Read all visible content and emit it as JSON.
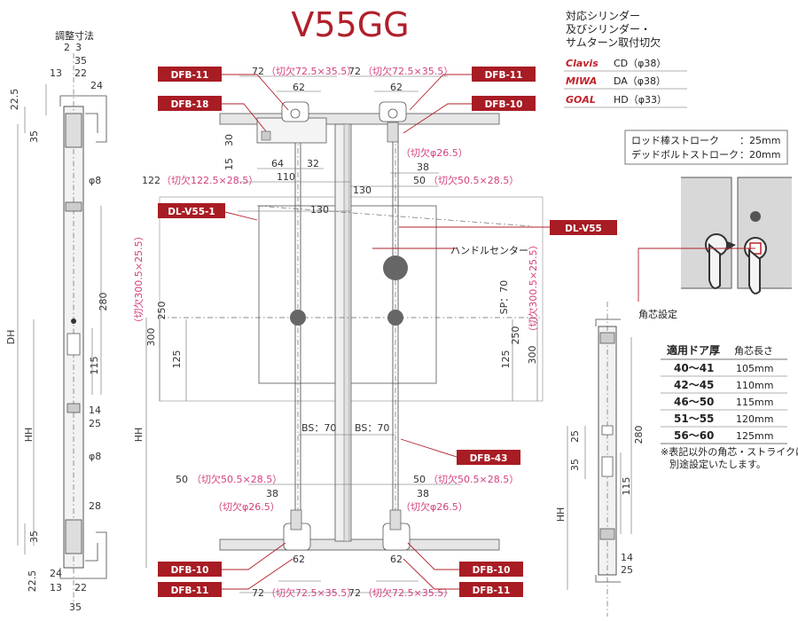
{
  "title": "V55GG",
  "cylinder_header": [
    "対応シリンダー",
    "及びシリンダー・",
    "サムターン取付切欠"
  ],
  "cylinders": [
    {
      "brand": "Clavis",
      "spec": "CD（φ38）"
    },
    {
      "brand": "MIWA",
      "spec": "DA（φ38）"
    },
    {
      "brand": "GOAL",
      "spec": "HD（φ33）"
    }
  ],
  "stroke_info": {
    "rod_label": "ロッド棒ストローク",
    "rod_value": "：25mm",
    "deadbolt_label": "デッドボルトストローク",
    "deadbolt_value": "：20mm"
  },
  "angle_label": "角芯設定",
  "angle_table": {
    "headers": [
      "適用ドア厚",
      "角芯長さ"
    ],
    "rows": [
      [
        "40～41",
        "105mm"
      ],
      [
        "42～45",
        "110mm"
      ],
      [
        "46～50",
        "115mm"
      ],
      [
        "51～55",
        "120mm"
      ],
      [
        "56～60",
        "125mm"
      ]
    ]
  },
  "note_lines": [
    "※表記以外の角芯・ストライクは",
    "別途設定いたします。"
  ],
  "labels": {
    "dfb11": "DFB-11",
    "dfb18": "DFB-18",
    "dfb10": "DFB-10",
    "dfb43": "DFB-43",
    "dlv551": "DL-V55-1",
    "dlv55": "DL-V55"
  },
  "handle_center": "ハンドルセンター",
  "left_view": {
    "adjust": "調整寸法",
    "dims": [
      "2",
      "3",
      "35",
      "13",
      "22",
      "22.5",
      "24",
      "35",
      "φ8",
      "280",
      "115",
      "14",
      "25",
      "φ8",
      "28",
      "35",
      "22.5",
      "24",
      "13",
      "22",
      "35"
    ],
    "dh": "DH",
    "hh": "HH"
  },
  "front_view": {
    "d72": "72",
    "cut72": "（切欠72.5×35.5）",
    "d62": "62",
    "d30": "30",
    "d15": "15",
    "d64": "64",
    "d32": "32",
    "d110": "110",
    "cut26": "（切欠φ26.5）",
    "d38": "38",
    "d50": "50",
    "cut50": "（切欠50.5×28.5）",
    "d122": "122",
    "cut122": "（切欠122.5×28.5）",
    "d130": "130",
    "cut300": "（切欠300.5×25.5）",
    "d250": "250",
    "d300": "300",
    "d125": "125",
    "sp": "SP：70",
    "bs": "BS：70",
    "hh": "HH"
  },
  "right_view": {
    "dims": [
      "280",
      "25",
      "35",
      "115",
      "14",
      "25"
    ],
    "hh": "HH"
  }
}
